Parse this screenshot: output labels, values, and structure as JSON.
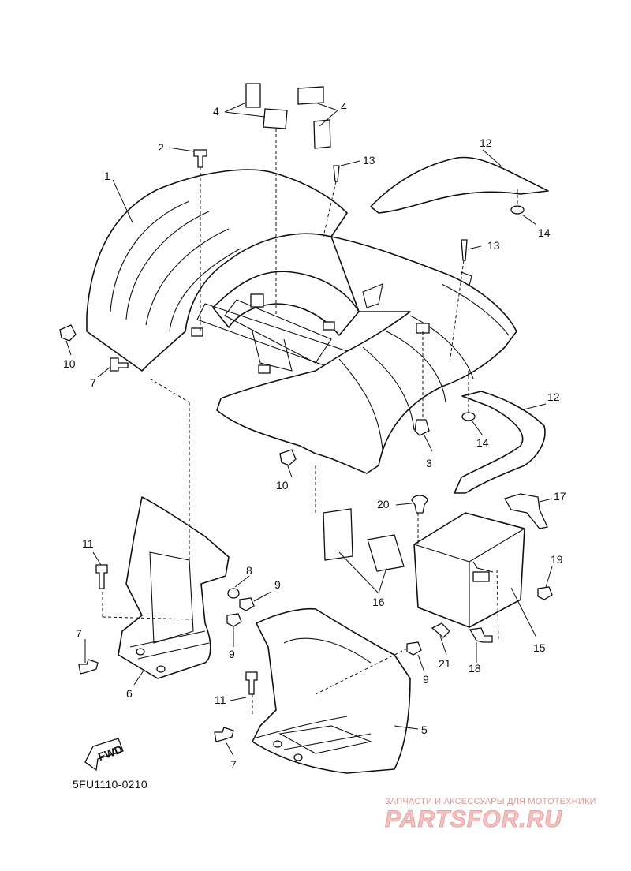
{
  "callouts": {
    "c1": "1",
    "c2": "2",
    "c3": "3",
    "c4a": "4",
    "c4b": "4",
    "c5": "5",
    "c6": "6",
    "c7a": "7",
    "c7b": "7",
    "c7c": "7",
    "c8": "8",
    "c9a": "9",
    "c9b": "9",
    "c9c": "9",
    "c10a": "10",
    "c10b": "10",
    "c11a": "11",
    "c11b": "11",
    "c12a": "12",
    "c12b": "12",
    "c13a": "13",
    "c13b": "13",
    "c14a": "14",
    "c14b": "14",
    "c15": "15",
    "c16": "16",
    "c17": "17",
    "c18": "18",
    "c19": "19",
    "c20": "20",
    "c21": "21"
  },
  "fwd_label": "FWD",
  "diagram_code": "5FU1110-0210",
  "watermark": {
    "tagline": "ЗАПЧАСТИ И АКСЕССУАРЫ ДЛЯ МОТОТЕХНИКИ",
    "logo": "PARTSFOR.RU"
  }
}
